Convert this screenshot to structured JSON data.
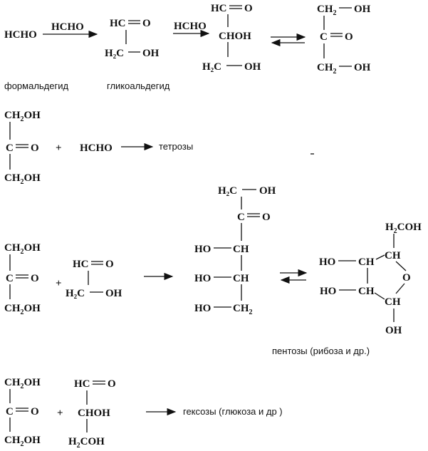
{
  "labels": {
    "formaldehyde": "формальдегид",
    "glycolaldehyde": "гликоальдегид",
    "tetroses": "тетрозы",
    "pentoses": "пентозы (рибоза и др.)",
    "hexoses": "гексозы (глюкоза и др )"
  },
  "formula": {
    "hcho": "HCHO",
    "plus": "+",
    "hc": "HC",
    "eq_o": "═O",
    "oh": "OH",
    "ho": "HO",
    "c": "C",
    "ch": "CH",
    "choh": "CHOH",
    "h2c": "H₂C",
    "ch2oh": "CH₂OH",
    "ch2": "CH₂",
    "h2c_oh": "H₂C",
    "h2coh": "H₂COH",
    "h2con": "H₂COH",
    "o": "O",
    "shnon": "CHOH"
  }
}
